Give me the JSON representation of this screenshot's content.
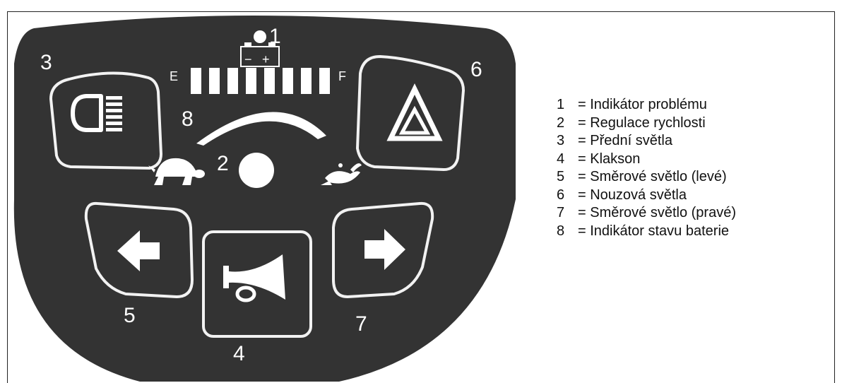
{
  "colors": {
    "panel": "#333333",
    "marks": "#ffffff",
    "frame": "#222222"
  },
  "panel": {
    "labels": {
      "n1": "1",
      "n2": "2",
      "n3": "3",
      "n4": "4",
      "n5": "5",
      "n6": "6",
      "n7": "7",
      "n8": "8"
    },
    "battery": {
      "empty": "E",
      "full": "F",
      "minus": "−",
      "plus": "+"
    },
    "icons": {
      "headlight": "headlight-icon",
      "hazard": "hazard-triangle-icon",
      "left": "arrow-left-icon",
      "right": "arrow-right-icon",
      "horn": "horn-icon",
      "slow": "turtle-icon",
      "fast": "rabbit-icon",
      "problem": "problem-indicator-dot",
      "speed": "speed-knob"
    }
  },
  "legend": [
    {
      "num": "1",
      "text": "= Indikátor problému"
    },
    {
      "num": "2",
      "text": "= Regulace rychlosti"
    },
    {
      "num": "3",
      "text": "= Přední světla"
    },
    {
      "num": "4",
      "text": "= Klakson"
    },
    {
      "num": "5",
      "text": "= Směrové světlo (levé)"
    },
    {
      "num": "6",
      "text": "= Nouzová světla"
    },
    {
      "num": "7",
      "text": "= Směrové světlo (pravé)"
    },
    {
      "num": "8",
      "text": "= Indikátor stavu baterie"
    }
  ]
}
